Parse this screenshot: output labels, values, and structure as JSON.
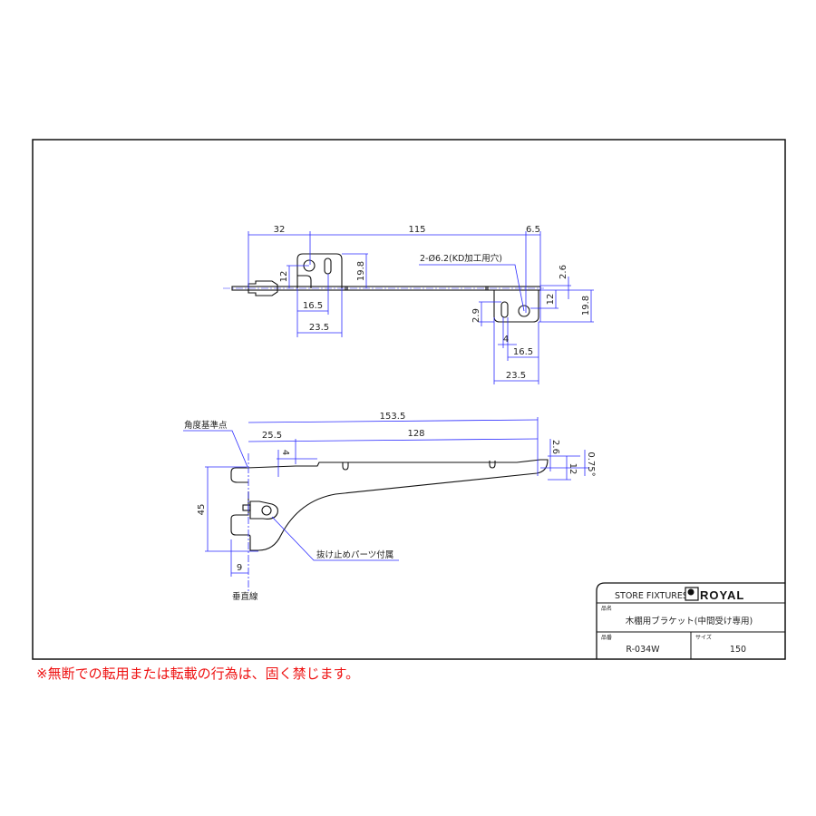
{
  "top_view": {
    "dims": {
      "d32": "32",
      "d115": "115",
      "d6_5": "6.5",
      "d12_left": "12",
      "d19_8_left": "19.8",
      "d16_5_left": "16.5",
      "d23_5_left": "23.5",
      "d2_6": "2.6",
      "d12_right": "12",
      "d19_8_right": "19.8",
      "d2_9": "2.9",
      "d4": "4",
      "d16_5_right": "16.5",
      "d23_5_right": "23.5"
    },
    "hole_note": "2-Ø6.2(KD加工用穴)"
  },
  "side_view": {
    "dims": {
      "d153_5": "153.5",
      "d25_5": "25.5",
      "d128": "128",
      "d4": "4",
      "d2_6": "2.6",
      "d0_75": "0.75°",
      "d12": "12",
      "d45": "45",
      "d9": "9"
    },
    "angle_ref": "角度基準点",
    "stopper_note": "抜け止めパーツ付属",
    "vertical_line": "垂直線"
  },
  "title_block": {
    "store_fixtures": "STORE FIXTURES",
    "brand": "ROYAL",
    "name_label": "品名",
    "name": "木棚用ブラケット(中間受け専用)",
    "part_no_label": "品番",
    "part_no": "R-034W",
    "size_label": "サイズ",
    "size": "150"
  },
  "warning": "※無断での転用または転載の行為は、固く禁じます。",
  "colors": {
    "dimension": "#2a2aff",
    "warning": "#ee1111"
  }
}
